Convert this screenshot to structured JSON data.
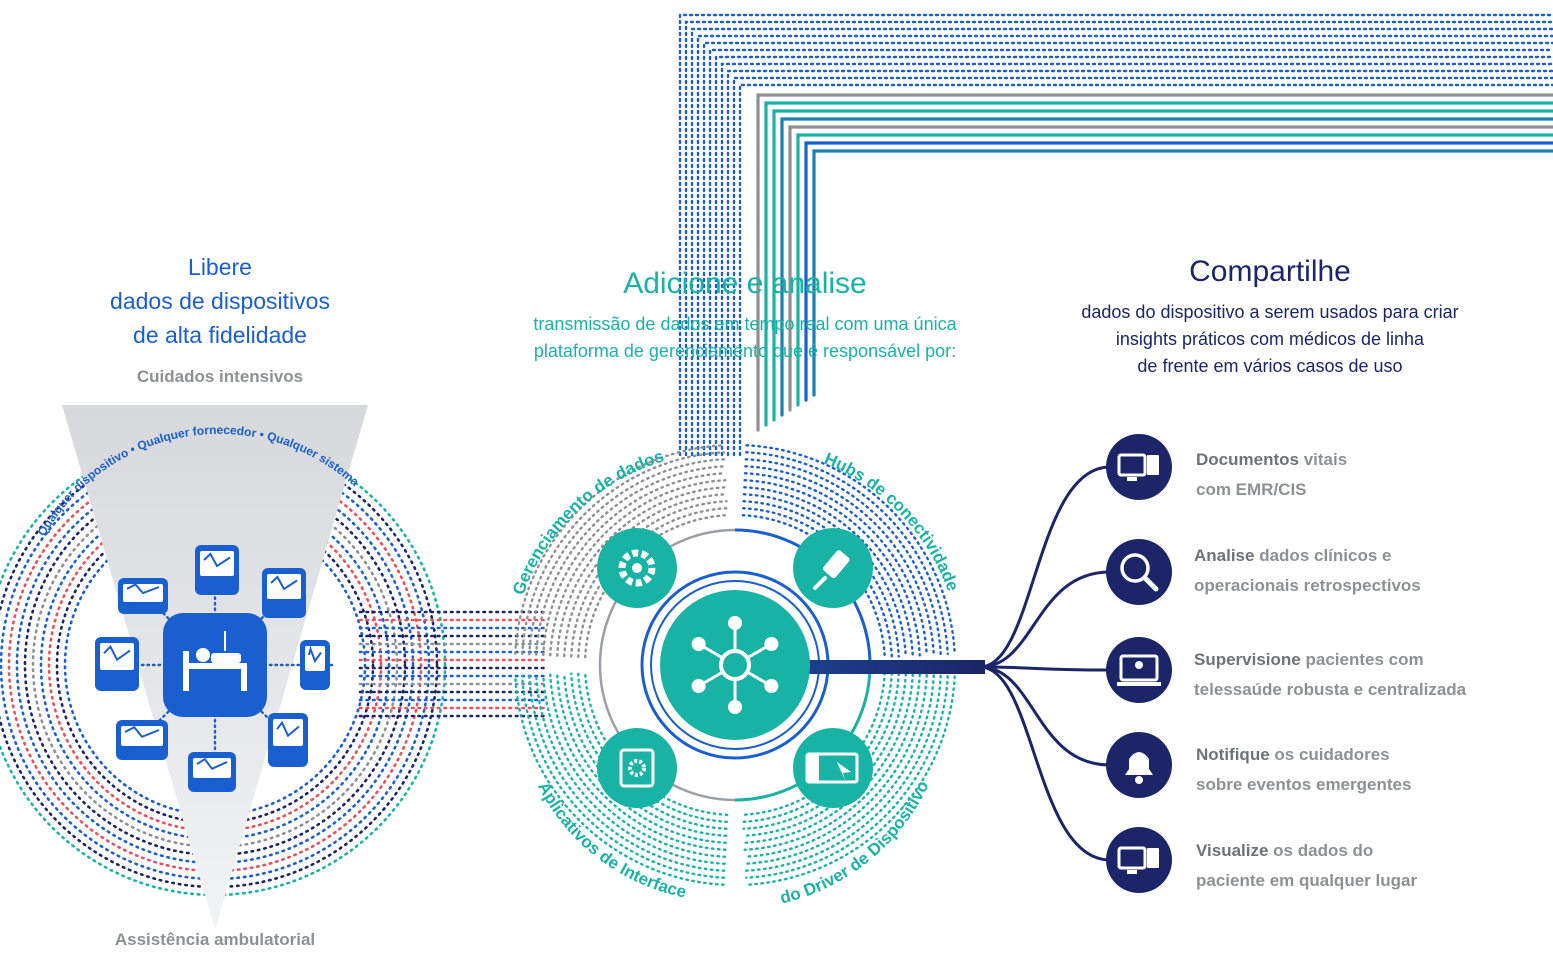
{
  "left": {
    "title_lines": [
      "Libere",
      "dados de dispositivos",
      "de alta fidelidade"
    ],
    "top_label": "Cuidados intensivos",
    "bottom_label": "Assistência ambulatorial",
    "arc_labels": {
      "device": "Qualquer dispositivo",
      "vendor": "• Qualquer fornecedor",
      "system": "• Qualquer sistema"
    },
    "icons": [
      "bed-patient-icon",
      "ventilator-icon",
      "monitor-icon",
      "infusion-pump-icon",
      "fluid-bag-icon",
      "anesthesia-machine-icon",
      "ecg-monitor-icon",
      "recorder-icon"
    ]
  },
  "center": {
    "title": "Adicione e analise",
    "subtitle_lines": [
      "transmissão de dados em tempo real com uma única",
      "plataforma de gerenciamento que é responsável por:"
    ],
    "ring_labels": {
      "data_mgmt": "Gerenciamento de dados",
      "hubs": "Hubs de conectividade",
      "apps": "Aplicativos de Interface",
      "driver": "do Driver de Dispositivo"
    },
    "icons": [
      "gear-icon",
      "plug-icon",
      "network-hub-icon",
      "chip-gear-icon",
      "screen-cursor-icon"
    ]
  },
  "right": {
    "title": "Compartilhe",
    "subtitle_lines": [
      "dados do dispositivo a serem usados para criar",
      "insights práticos com médicos de linha",
      "de frente em vários casos de uso"
    ],
    "items": [
      {
        "icon": "documents-icon",
        "line1_hl": "Documentos",
        "line1_rest": " vitais",
        "line2": "com EMR/CIS"
      },
      {
        "icon": "magnifier-icon",
        "line1_hl": "Analise",
        "line1_rest": " dados clínicos e",
        "line2": "operacionais retrospectivos"
      },
      {
        "icon": "laptop-user-icon",
        "line1_hl": "Supervisione",
        "line1_rest": " pacientes com",
        "line2": "telessaúde robusta e centralizada"
      },
      {
        "icon": "bell-icon",
        "line1_hl": "Notifique",
        "line1_rest": " os cuidadores",
        "line2": "sobre eventos emergentes"
      },
      {
        "icon": "monitor-waveform-icon",
        "line1_hl": "Visualize",
        "line1_rest": " os dados do",
        "line2": "paciente em qualquer lugar"
      }
    ]
  },
  "colors": {
    "blue": "#1a5fd0",
    "teal": "#19b3a6",
    "navy": "#1b2567",
    "gray": "#8e9094",
    "red": "#e8505b"
  }
}
